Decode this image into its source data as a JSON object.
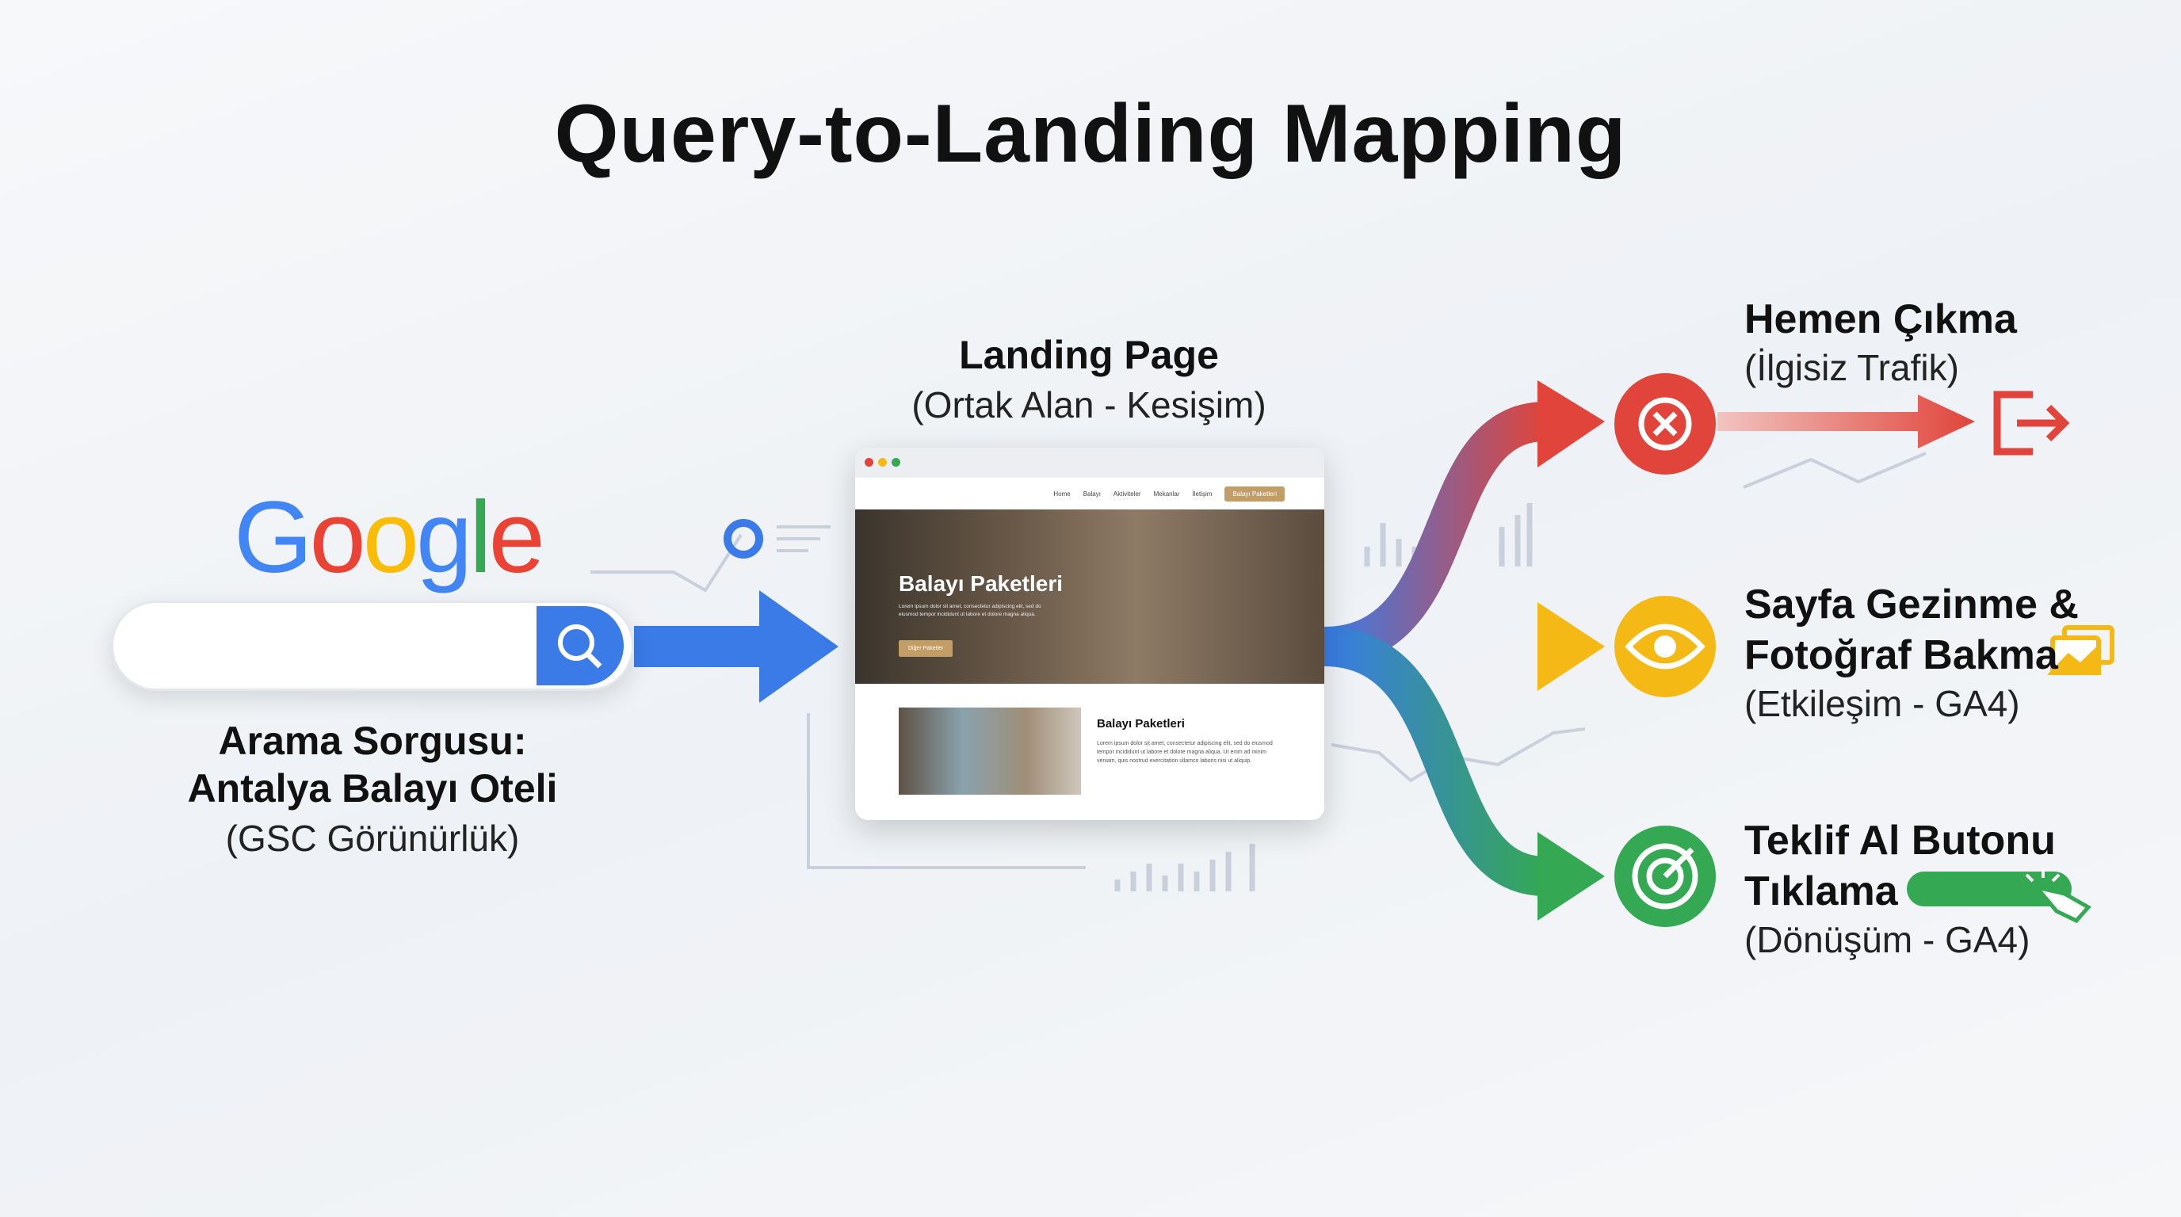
{
  "title": "Query-to-Landing Mapping",
  "colors": {
    "blue": "#3a7be8",
    "red": "#e0443a",
    "yellow": "#f4b915",
    "green": "#34a853",
    "gold": "#c29e66"
  },
  "search": {
    "logo": "Google",
    "query_label": "Arama Sorgusu:",
    "query": "Antalya Balayı Oteli",
    "source": "(GSC Görünürlük)",
    "icon": "search-icon"
  },
  "landing": {
    "title": "Landing Page",
    "subtitle": "(Ortak Alan - Kesişim)",
    "nav": [
      "Home",
      "Balayı",
      "Aktiviteler",
      "Mekanlar",
      "İletişim"
    ],
    "nav_button": "Balayı Paketleri",
    "hero_title": "Balayı Paketleri",
    "hero_text": "Lorem ipsum dolor sit amet, consectetur adipiscing elit, sed do eiusmod tempor incididunt ut labore et dolore magna aliqua.",
    "hero_button": "Diğer Paketler",
    "section_title": "Balayı Paketleri",
    "section_text": "Lorem ipsum dolor sit amet, consectetur adipiscing elit, sed do eiusmod tempor incididunt ut labore et dolore magna aliqua. Ut enim ad minim veniam, quis nostrud exercitation ullamco laboris nisi ut aliquip."
  },
  "outcomes": [
    {
      "title": "Hemen Çıkma",
      "subtitle": "(İlgisiz Trafik)",
      "icon": "close-icon",
      "extra_icon": "exit-icon"
    },
    {
      "title": "Sayfa Gezinme &",
      "title2": "Fotoğraf Bakma",
      "subtitle": "(Etkileşim - GA4)",
      "icon": "eye-icon",
      "extra_icon": "image-gallery-icon"
    },
    {
      "title": "Teklif Al Butonu",
      "title2": "Tıklama",
      "subtitle": "(Dönüşüm - GA4)",
      "icon": "target-icon",
      "extra_icon": "click-button-icon"
    }
  ]
}
